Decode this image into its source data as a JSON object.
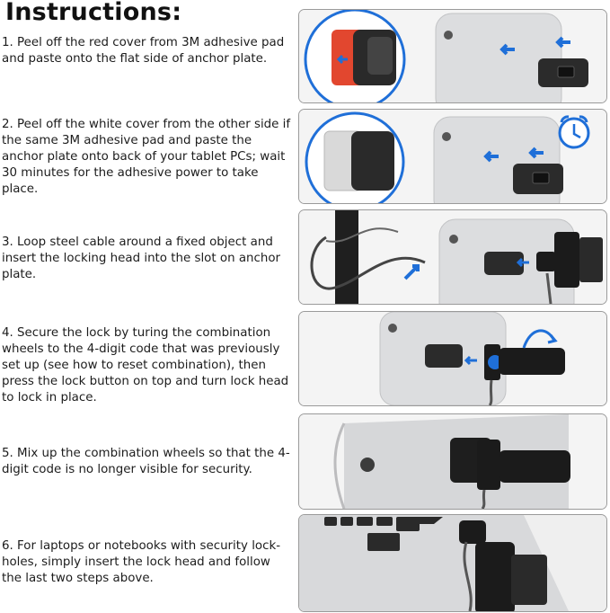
{
  "title": "Instructions:",
  "steps": [
    {
      "number": "1.",
      "text": "Peel off the red cover from 3M adhesive pad and paste onto the flat side of anchor plate."
    },
    {
      "number": "2.",
      "text": "Peel off the white cover from the other side if the same 3M adhesive pad and paste the anchor plate onto back of your tablet PCs; wait 30 minutes for the adhesive power to take place."
    },
    {
      "number": "3.",
      "text": "Loop steel cable around a fixed object and insert the locking head into the slot on anchor plate."
    },
    {
      "number": "4.",
      "text": "Secure the lock by turing the combination wheels to the 4-digit code that was previously set up (see how to reset combination), then press the lock button on top and turn lock head to lock in place."
    },
    {
      "number": "5.",
      "text": "Mix up the combination wheels so that the 4-digit code is no longer visible for security."
    },
    {
      "number": "6.",
      "text": "For laptops or notebooks with security lock-holes, simply insert the lock head and follow the last two steps above."
    }
  ],
  "icons": [
    "alarm-clock-icon",
    "arrow-icon"
  ],
  "colors": {
    "red_cover": "#e2472f",
    "arrow_blue": "#1f6fd8",
    "lock_black": "#1b1b1b",
    "tablet_silver": "#dcdddf"
  }
}
